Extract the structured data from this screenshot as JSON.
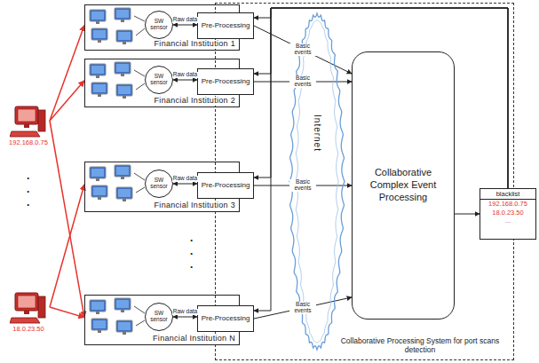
{
  "diagram": {
    "nodes": [
      {
        "text": [
          "Financial Institution 1"
        ]
      },
      {
        "text": [
          "SW sensor"
        ],
        "in": 0
      },
      {
        "text": [
          "Pre-Processing"
        ],
        "in": 0
      },
      {
        "text": [
          "Financial Institution 2"
        ]
      },
      {
        "text": [
          "SW sensor"
        ],
        "in": 3
      },
      {
        "text": [
          "Pre-Processing"
        ],
        "in": 3
      },
      {
        "text": [
          "Financial Institution 3"
        ]
      },
      {
        "text": [
          "SW sensor"
        ],
        "in": 6
      },
      {
        "text": [
          "Pre-Processing"
        ],
        "in": 6
      },
      {
        "text": [
          "Financial Institution N"
        ]
      },
      {
        "text": [
          "SW sensor"
        ],
        "in": 9
      },
      {
        "text": [
          "Pre-Processing"
        ],
        "in": 9
      },
      {
        "text": [
          "192.168.0.75"
        ]
      },
      {
        "text": [
          "18.0.23.50"
        ]
      },
      {
        "text": [
          "Collaborative Processing System for port scans detection"
        ]
      },
      {
        "text": [
          "Internet"
        ],
        "in": 14
      },
      {
        "text": [
          "Collaborative Complex Event Processing"
        ],
        "in": 14
      },
      {
        "text": [
          "blacklist",
          "192.168.0.75",
          "18.0.23.50",
          "..."
        ]
      }
    ],
    "edges": [
      {
        "from": 1,
        "to": 2,
        "label": "Raw data",
        "arrow": "both"
      },
      {
        "from": 4,
        "to": 5,
        "label": "Raw data",
        "arrow": "both"
      },
      {
        "from": 7,
        "to": 8,
        "label": "Raw data",
        "arrow": "both"
      },
      {
        "from": 10,
        "to": 11,
        "label": "Raw data",
        "arrow": "both"
      },
      {
        "from": 2,
        "to": 16,
        "label": "Basic events",
        "arrow": "to"
      },
      {
        "from": 5,
        "to": 16,
        "label": "Basic events",
        "arrow": "to"
      },
      {
        "from": 8,
        "to": 16,
        "label": "Basic events",
        "arrow": "to"
      },
      {
        "from": 11,
        "to": 16,
        "label": "Basic events",
        "arrow": "to"
      },
      {
        "from": 16,
        "to": 17,
        "arrow": "to"
      },
      {
        "from": 17,
        "to": 2,
        "arrow": "to"
      },
      {
        "from": 17,
        "to": 5,
        "arrow": "to"
      },
      {
        "from": 17,
        "to": 8,
        "arrow": "to"
      },
      {
        "from": 17,
        "to": 11,
        "arrow": "to"
      },
      {
        "from": 12,
        "to": 0,
        "arrow": "to"
      },
      {
        "from": 12,
        "to": 3,
        "arrow": "to"
      },
      {
        "from": 12,
        "to": 9,
        "arrow": "to"
      },
      {
        "from": 13,
        "to": 6,
        "arrow": "to"
      },
      {
        "from": 13,
        "to": 9,
        "arrow": "to"
      }
    ],
    "labels": [
      ".",
      ".",
      ".",
      ".",
      ".",
      "."
    ]
  }
}
